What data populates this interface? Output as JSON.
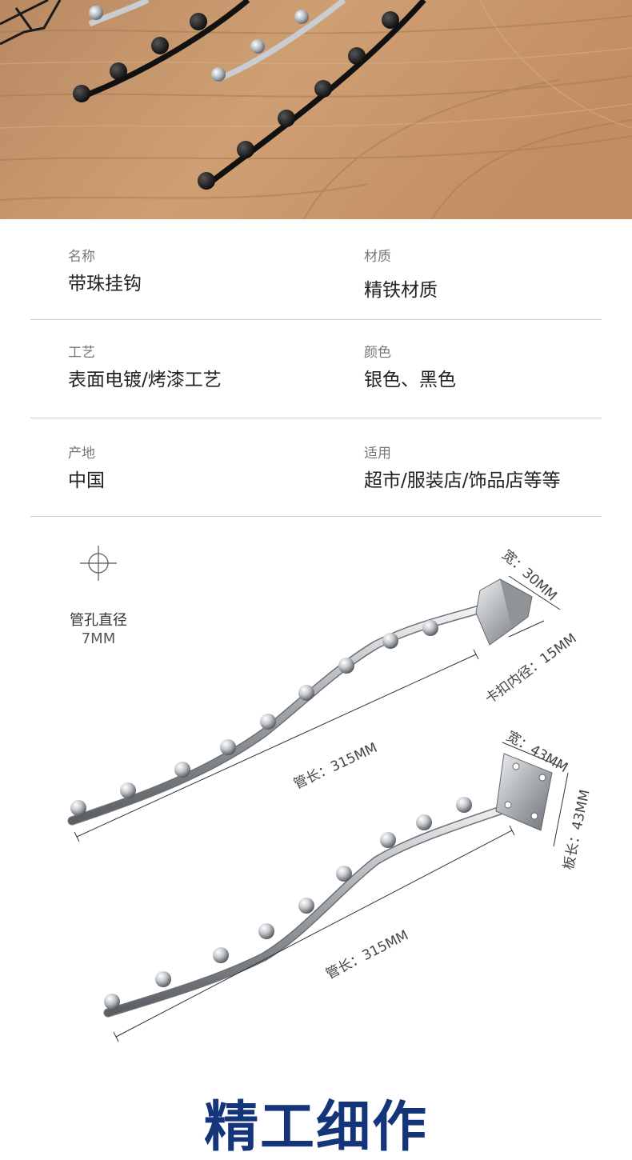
{
  "specs": [
    {
      "left": {
        "label": "名称",
        "value": "带珠挂钩"
      },
      "right": {
        "label": "材质",
        "value": "精铁材质"
      }
    },
    {
      "left": {
        "label": "工艺",
        "value": "表面电镀/烤漆工艺"
      },
      "right": {
        "label": "颜色",
        "value": "银色、黑色"
      }
    },
    {
      "left": {
        "label": "产地",
        "value": "中国"
      },
      "right": {
        "label": "适用",
        "value": "超市/服装店/饰品店等等"
      }
    }
  ],
  "hole": {
    "label": "管孔直径",
    "value": "7MM"
  },
  "hook1": {
    "width": "宽：30MM",
    "clip_diameter": "卡扣内径：15MM",
    "tube_length": "管长：315MM"
  },
  "hook2": {
    "width": "宽：43MM",
    "plate_length": "板长：43MM",
    "tube_length": "管长：315MM"
  },
  "footer": {
    "title": "精工细作"
  },
  "colors": {
    "title": "#15357a",
    "wood": "#c8966a",
    "chrome": "#c9cdd2"
  }
}
